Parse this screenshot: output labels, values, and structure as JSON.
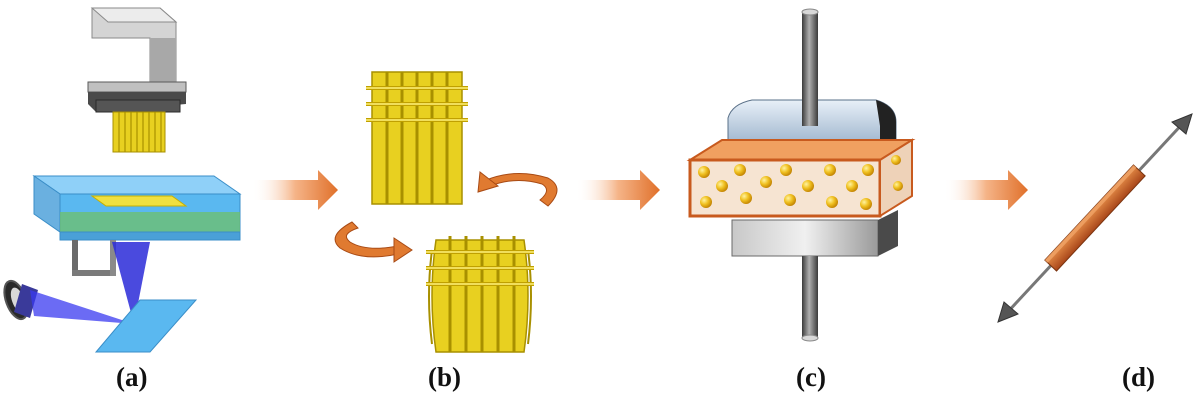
{
  "panels": [
    {
      "id": "a",
      "label": "(a)"
    },
    {
      "id": "b",
      "label": "(b)"
    },
    {
      "id": "c",
      "label": "(c)"
    },
    {
      "id": "d",
      "label": "(d)"
    }
  ],
  "colors": {
    "gold": "#e8d020",
    "gold_dark": "#a89000",
    "orange": "#e07a30",
    "bath_blue": "#5ab8f0",
    "laser_blue": "#3a3af0",
    "press_steel": "#b8c8d8",
    "rod_gray": "#707070",
    "specimen_orange": "#c85a1e"
  }
}
